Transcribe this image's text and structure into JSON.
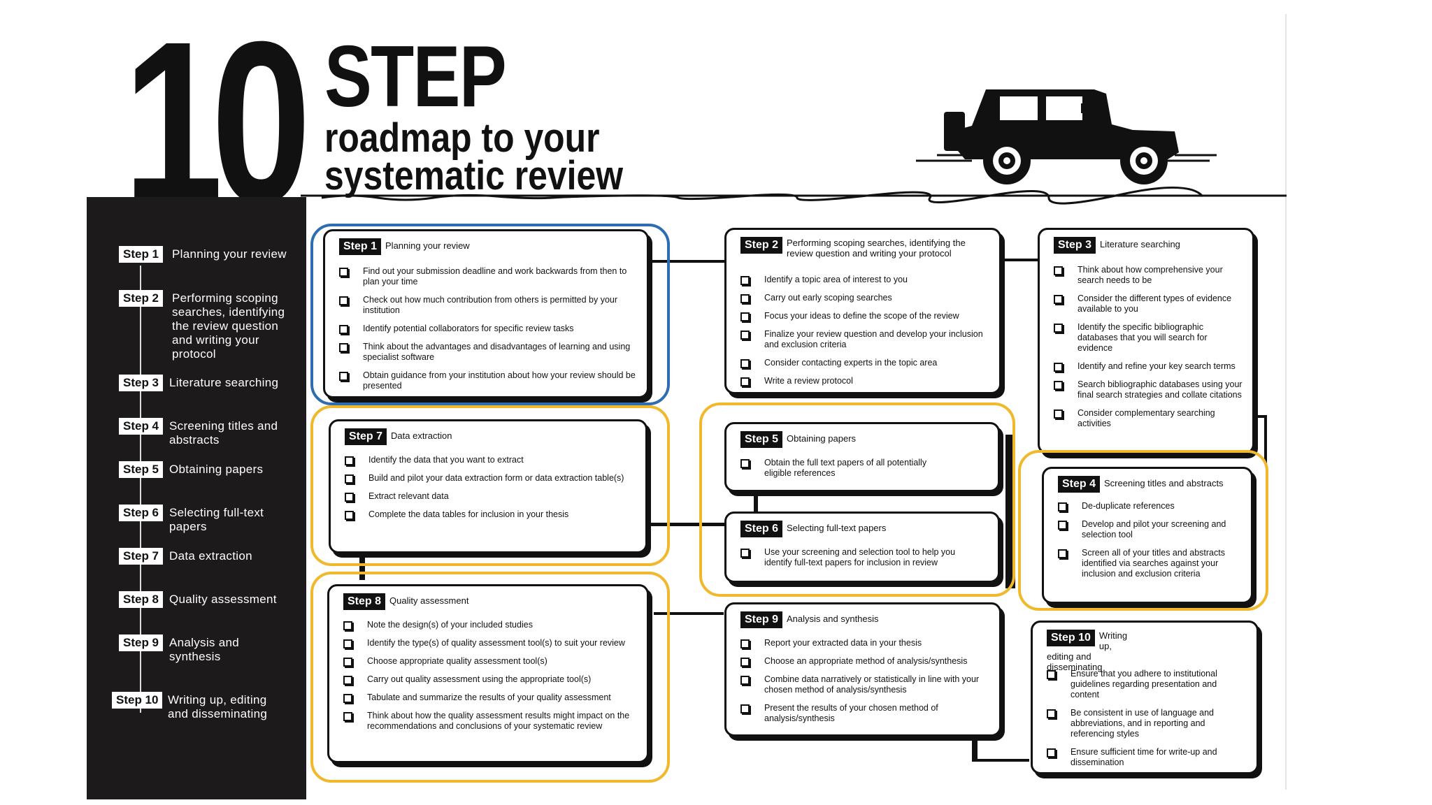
{
  "header": {
    "number": "10",
    "step_word": "STEP",
    "subtitle_line1": "roadmap to your",
    "subtitle_line2": "systematic review"
  },
  "sidebar": {
    "items": [
      {
        "tag": "Step 1",
        "label": "Planning your review"
      },
      {
        "tag": "Step 2",
        "label": "Performing scoping searches, identifying the review question and writing your protocol"
      },
      {
        "tag": "Step 3",
        "label": "Literature searching"
      },
      {
        "tag": "Step 4",
        "label": "Screening titles and abstracts"
      },
      {
        "tag": "Step 5",
        "label": "Obtaining papers"
      },
      {
        "tag": "Step 6",
        "label": "Selecting full-text papers"
      },
      {
        "tag": "Step 7",
        "label": "Data extraction"
      },
      {
        "tag": "Step 8",
        "label": "Quality assessment"
      },
      {
        "tag": "Step 9",
        "label": "Analysis and synthesis"
      },
      {
        "tag": "Step 10",
        "label": "Writing up, editing and disseminating"
      }
    ]
  },
  "cards": {
    "step1": {
      "tag": "Step 1",
      "title": "Planning your review",
      "items": [
        "Find out your submission deadline and work backwards from then to plan your time",
        "Check out how much contribution from others is permitted by your institution",
        "Identify potential collaborators for specific review tasks",
        "Think about the advantages and disadvantages of learning and using specialist software",
        "Obtain guidance from your institution about how your review should be presented"
      ]
    },
    "step2": {
      "tag": "Step 2",
      "title": "Performing scoping searches, identifying the review question and writing your protocol",
      "items": [
        "Identify a topic area of interest to you",
        "Carry out early scoping searches",
        "Focus your ideas to define the scope of the review",
        "Finalize your review question and develop your inclusion and exclusion criteria",
        "Consider contacting experts in the topic area",
        "Write a review protocol"
      ]
    },
    "step3": {
      "tag": "Step 3",
      "title": "Literature searching",
      "items": [
        "Think about how comprehensive your search needs to be",
        "Consider the different types of evidence available to you",
        "Identify the specific bibliographic databases that you will search for evidence",
        "Identify and refine your key search terms",
        "Search bibliographic databases using your final search strategies and collate citations",
        "Consider complementary searching activities"
      ]
    },
    "step4": {
      "tag": "Step 4",
      "title": "Screening titles and abstracts",
      "items": [
        "De-duplicate references",
        "Develop and pilot your screening and selection tool",
        "Screen all of your titles and abstracts identified via searches against your inclusion and exclusion criteria"
      ]
    },
    "step5": {
      "tag": "Step 5",
      "title": "Obtaining papers",
      "items": [
        "Obtain the full text papers of all potentially eligible references"
      ]
    },
    "step6": {
      "tag": "Step 6",
      "title": "Selecting full-text papers",
      "items": [
        "Use your screening and selection tool to help you identify full-text papers for inclusion in review"
      ]
    },
    "step7": {
      "tag": "Step 7",
      "title": "Data extraction",
      "items": [
        "Identify the data that you want to extract",
        "Build and pilot your data extraction form or data extraction table(s)",
        "Extract relevant data",
        "Complete the data tables for inclusion in your thesis"
      ]
    },
    "step8": {
      "tag": "Step 8",
      "title": "Quality assessment",
      "items": [
        "Note the design(s) of your included studies",
        "Identify the type(s) of quality assessment tool(s) to suit your review",
        "Choose appropriate quality assessment tool(s)",
        "Carry out quality assessment using the appropriate tool(s)",
        "Tabulate and summarize the results of your quality assessment",
        "Think about how the quality assessment results might impact on the recommendations and conclusions of your systematic review"
      ]
    },
    "step9": {
      "tag": "Step 9",
      "title": "Analysis and synthesis",
      "items": [
        "Report your extracted data in your thesis",
        "Choose an appropriate method of analysis/synthesis",
        "Combine data narratively or statistically in line with your chosen method of analysis/synthesis",
        "Present the results of your chosen method of analysis/synthesis"
      ]
    },
    "step10": {
      "tag": "Step 10",
      "title": "Writing up, editing and disseminating",
      "items": [
        "Ensure that you adhere to institutional guidelines regarding presentation and content",
        "Be consistent in use of language and abbreviations, and in reporting and referencing styles",
        "Ensure sufficient time for write-up and dissemination"
      ]
    }
  },
  "colors": {
    "highlight_blue": "#2f6db3",
    "highlight_yellow": "#f0b82a",
    "ink": "#111111"
  }
}
